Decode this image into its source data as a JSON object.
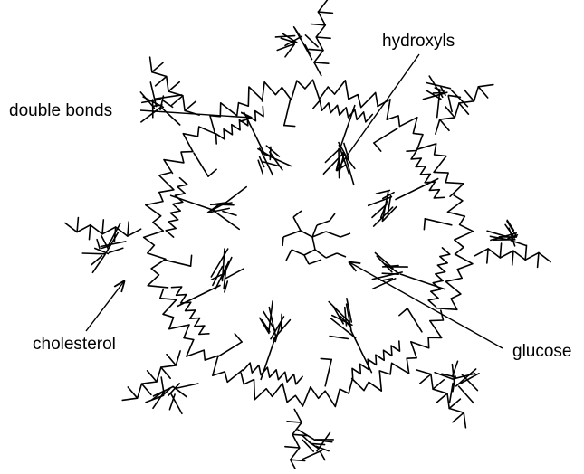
{
  "labels": {
    "hydroxyls": "hydroxyls",
    "double_bonds": "double bonds",
    "cholesterol": "cholesterol",
    "glucose": "glucose"
  },
  "colors": {
    "ink": "#000000",
    "background": "#ffffff"
  }
}
